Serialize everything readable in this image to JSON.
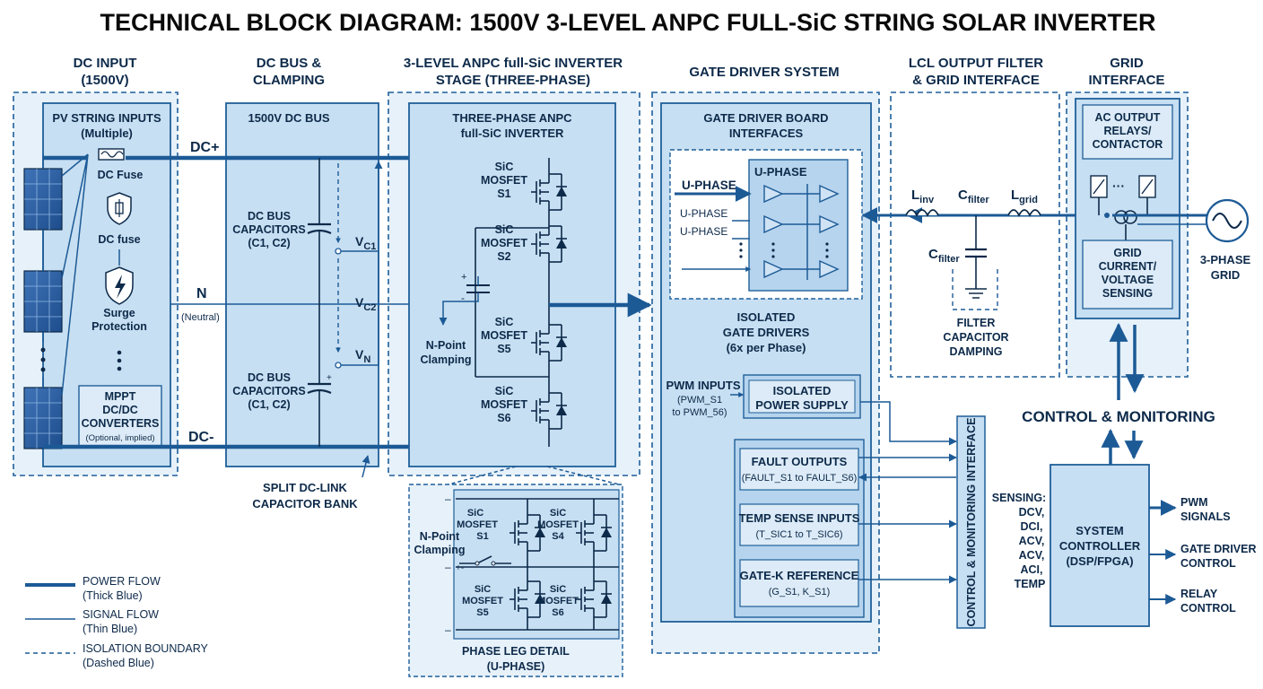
{
  "title": "TECHNICAL BLOCK DIAGRAM: 1500V 3-LEVEL ANPC FULL-SiC STRING SOLAR INVERTER",
  "sections": {
    "dc_input": [
      "DC INPUT",
      "(1500V)"
    ],
    "dc_bus": [
      "DC BUS &",
      "CLAMPING"
    ],
    "inverter": [
      "3-LEVEL ANPC full-SiC INVERTER",
      "STAGE (THREE-PHASE)"
    ],
    "gate": [
      "GATE DRIVER SYSTEM"
    ],
    "filter": [
      "LCL OUTPUT FILTER",
      "& GRID INTERFACE"
    ],
    "grid": [
      "GRID",
      "INTERFACE"
    ]
  },
  "pv": {
    "title": [
      "PV STRING INPUTS",
      "(Multiple)"
    ],
    "dc_fuse_top": "DC Fuse",
    "dc_fuse": "DC fuse",
    "surge": [
      "Surge",
      "Protection"
    ],
    "mppt": [
      "MPPT",
      "DC/DC",
      "CONVERTERS",
      "(Optional, implied)"
    ]
  },
  "rails": {
    "pos": "DC+",
    "neutral": "N",
    "neutral_sub": "(Neutral)",
    "neg": "DC-"
  },
  "bus": {
    "title": "1500V DC BUS",
    "cap_top": [
      "DC BUS",
      "CAPACITORS",
      "(C1, C2)"
    ],
    "cap_bot": [
      "DC BUS",
      "CAPACITORS",
      "(C1, C2)"
    ],
    "vc1": "V",
    "vc1_sub": "C1",
    "vc2": "V",
    "vc2_sub": "C2",
    "vn": "V",
    "vn_sub": "N",
    "split": [
      "SPLIT DC-LINK",
      "CAPACITOR BANK"
    ]
  },
  "inverter": {
    "title": [
      "THREE-PHASE ANPC",
      "full-SiC INVERTER"
    ],
    "switches": [
      [
        "SiC",
        "MOSFET",
        "S1"
      ],
      [
        "SiC",
        "MOSFET",
        "S2"
      ],
      [
        "SiC",
        "MOSFET",
        "S5"
      ],
      [
        "SiC",
        "MOSFET",
        "S6"
      ]
    ],
    "clamp": [
      "N-Point",
      "Clamping"
    ]
  },
  "phase_leg": {
    "caption": [
      "PHASE LEG DETAIL",
      "(U-PHASE)"
    ],
    "clamp": [
      "N-Point",
      "Clamping"
    ],
    "switches": [
      [
        "SiC",
        "MOSFET",
        "S1"
      ],
      [
        "SiC",
        "MOSFET",
        "S4"
      ],
      [
        "SiC",
        "MOSFET",
        "S5"
      ],
      [
        "SiC",
        "MOSFET",
        "S6"
      ]
    ]
  },
  "gate": {
    "board": [
      "GATE DRIVER BOARD",
      "INTERFACES"
    ],
    "uphase_main": "U-PHASE",
    "uphase_box": "U-PHASE",
    "uphase_2": "U-PHASE",
    "uphase_3": "U-PHASE",
    "isolated": [
      "ISOLATED",
      "GATE DRIVERS",
      "(6x per Phase)"
    ],
    "pwm": [
      "PWM INPUTS",
      "(PWM_S1",
      "to PWM_56)"
    ],
    "iso_ps": [
      "ISOLATED",
      "POWER SUPPLY"
    ],
    "fault": [
      "FAULT OUTPUTS",
      "(FAULT_S1 to FAULT_S6)"
    ],
    "temp": [
      "TEMP SENSE INPUTS",
      "(T_SIC1 to T_SIC6)"
    ],
    "gatek": [
      "GATE-K REFERENCE",
      "(G_S1, K_S1)"
    ]
  },
  "cmi": "CONTROL & MONITORING INTERFACE",
  "filter": {
    "linv": "L",
    "linv_sub": "inv",
    "cf1": "C",
    "cf1_sub": "filter",
    "lgrid": "L",
    "lgrid_sub": "grid",
    "cf2": "C",
    "cf2_sub": "filter",
    "damp": [
      "FILTER",
      "CAPACITOR",
      "DAMPING"
    ]
  },
  "grid": {
    "relay": [
      "AC OUTPUT",
      "RELAYS/",
      "CONTACTOR"
    ],
    "sensing": [
      "GRID",
      "CURRENT/",
      "VOLTAGE",
      "SENSING"
    ],
    "grid3": [
      "3-PHASE",
      "GRID"
    ]
  },
  "control": {
    "title": "CONTROL & MONITORING",
    "sensing": [
      "SENSING:",
      "DCV,",
      "DCI,",
      "ACV,",
      "ACV,",
      "ACI,",
      "TEMP"
    ],
    "controller": [
      "SYSTEM",
      "CONTROLLER",
      "(DSP/FPGA)"
    ],
    "outputs": [
      [
        "PWM",
        "SIGNALS"
      ],
      [
        "GATE DRIVER",
        "CONTROL"
      ],
      [
        "RELAY",
        "CONTROL"
      ]
    ]
  },
  "legend": [
    [
      "POWER FLOW",
      "(Thick Blue)"
    ],
    [
      "SIGNAL FLOW",
      "(Thin Blue)"
    ],
    [
      "ISOLATION BOUNDARY",
      "(Dashed Blue)"
    ]
  ],
  "colors": {
    "line": "#1c5a96",
    "panel": "#c7dff2",
    "region": "#e6f1fa",
    "ink": "#0d2a4a"
  }
}
